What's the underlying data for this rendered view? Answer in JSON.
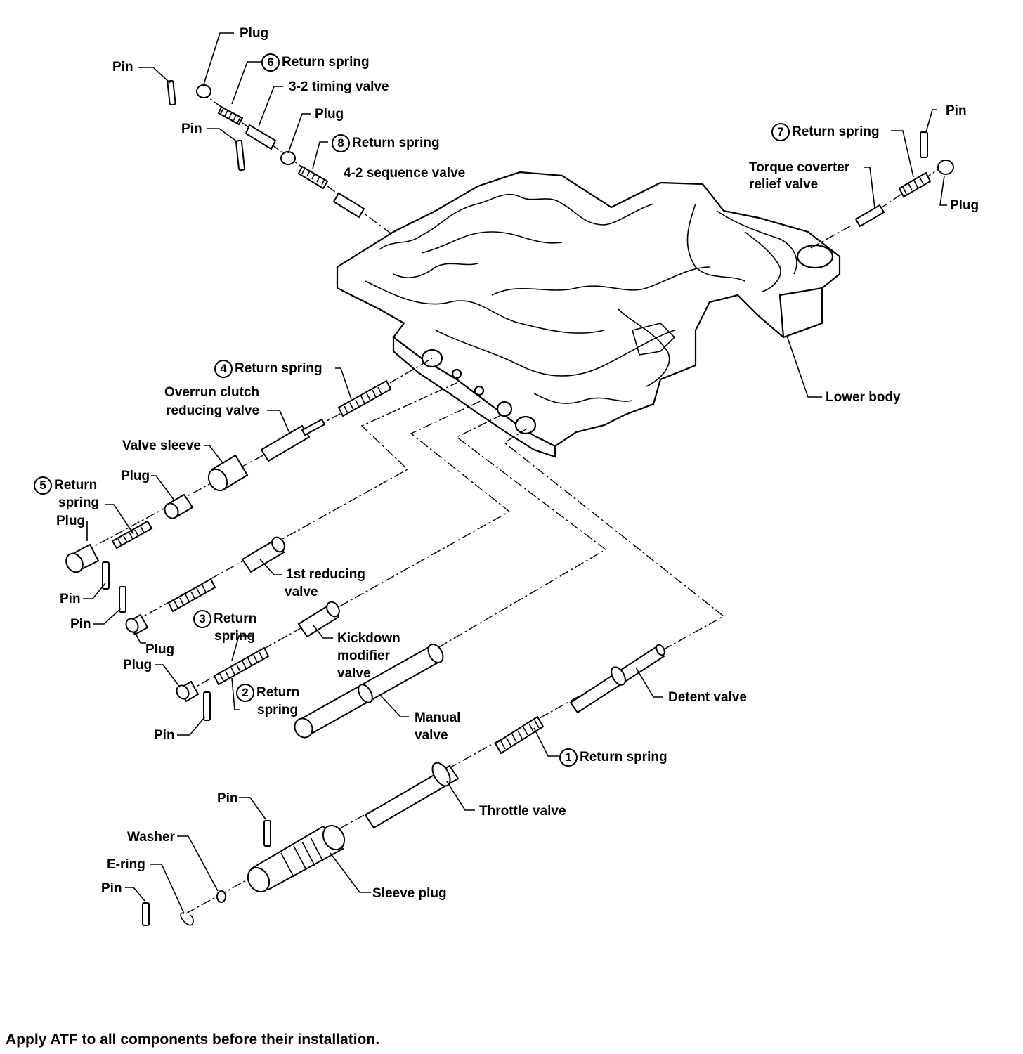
{
  "labels": {
    "plug_top": "Plug",
    "pin_top_left": "Pin",
    "return_spring_6": "Return spring",
    "num_6": "6",
    "timing_valve_32": "3-2 timing valve",
    "pin_left2": "Pin",
    "plug_mid": "Plug",
    "return_spring_8": "Return spring",
    "num_8": "8",
    "sequence_valve_42": "4-2 sequence valve",
    "pin_right": "Pin",
    "return_spring_7": "Return spring",
    "num_7": "7",
    "torque_converter_1": "Torque coverter",
    "torque_converter_2": "relief valve",
    "plug_right": "Plug",
    "lower_body": "Lower body",
    "return_spring_4": "Return spring",
    "num_4": "4",
    "overrun_1": "Overrun clutch",
    "overrun_2": "reducing valve",
    "valve_sleeve": "Valve sleeve",
    "return_5a": "Return",
    "return_5b": "spring",
    "num_5": "5",
    "plug_5": "Plug",
    "plug_5b": "Plug",
    "first_reducing_1": "1st reducing",
    "first_reducing_2": "valve",
    "pin_a": "Pin",
    "pin_b": "Pin",
    "return_3a": "Return",
    "return_3b": "spring",
    "num_3": "3",
    "plug_3": "Plug",
    "plug_2": "Plug",
    "kickdown_1": "Kickdown",
    "kickdown_2": "modifier",
    "kickdown_3": "valve",
    "return_2a": "Return",
    "return_2b": "spring",
    "num_2": "2",
    "pin_c": "Pin",
    "manual_1": "Manual",
    "manual_2": "valve",
    "detent_valve": "Detent valve",
    "return_spring_1": "Return spring",
    "num_1": "1",
    "pin_d": "Pin",
    "throttle_valve": "Throttle valve",
    "washer": "Washer",
    "e_ring": "E-ring",
    "pin_e": "Pin",
    "sleeve_plug": "Sleeve plug"
  },
  "note": "Apply ATF to all components before their installation."
}
